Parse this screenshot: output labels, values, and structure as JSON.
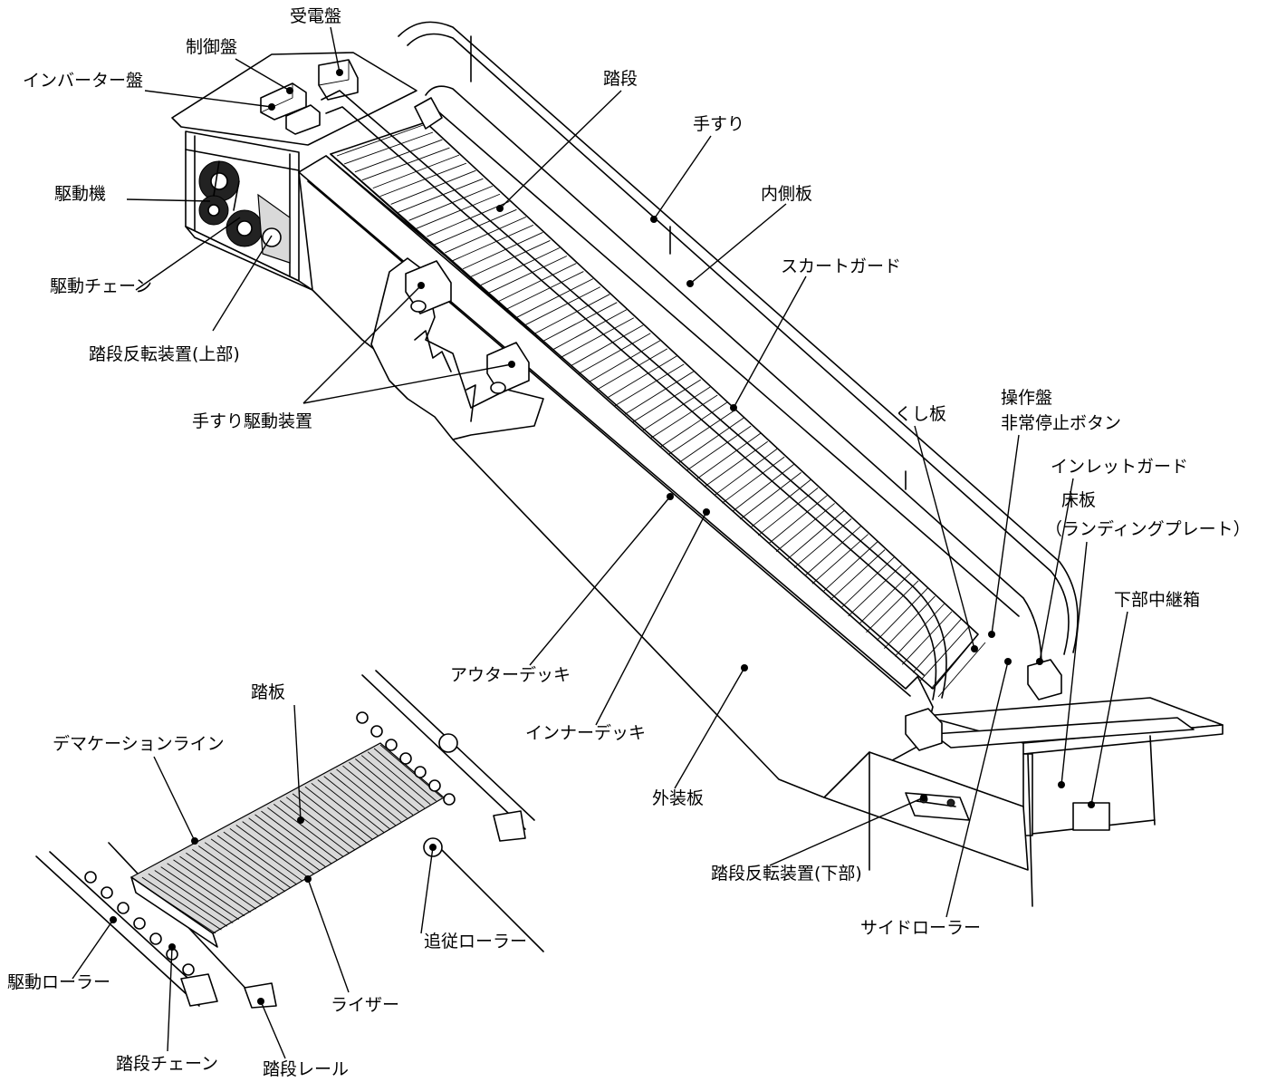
{
  "labels": {
    "juden_ban": "受電盤",
    "seigyo_ban": "制御盤",
    "inverter_ban": "インバーター盤",
    "kudouki": "駆動機",
    "kudou_chain": "駆動チェーン",
    "step_reverse_upper": "踏段反転装置(上部)",
    "handrail_drive": "手すり駆動装置",
    "step": "踏段",
    "handrail": "手すり",
    "inner_panel": "内側板",
    "skirt_guard": "スカートガード",
    "comb_plate": "くし板",
    "control_panel": "操作盤",
    "emergency_stop": "非常停止ボタン",
    "inlet_guard": "インレットガード",
    "floor_plate": "床板",
    "landing_plate": "（ランディングプレート）",
    "lower_junction_box": "下部中継箱",
    "outer_deck": "アウターデッキ",
    "inner_deck": "インナーデッキ",
    "exterior_panel": "外装板",
    "step_reverse_lower": "踏段反転装置(下部)",
    "side_roller": "サイドローラー",
    "tread": "踏板",
    "demarcation_line": "デマケーションライン",
    "riser": "ライザー",
    "trailing_roller": "追従ローラー",
    "drive_roller": "駆動ローラー",
    "step_chain": "踏段チェーン",
    "step_rail": "踏段レール"
  }
}
